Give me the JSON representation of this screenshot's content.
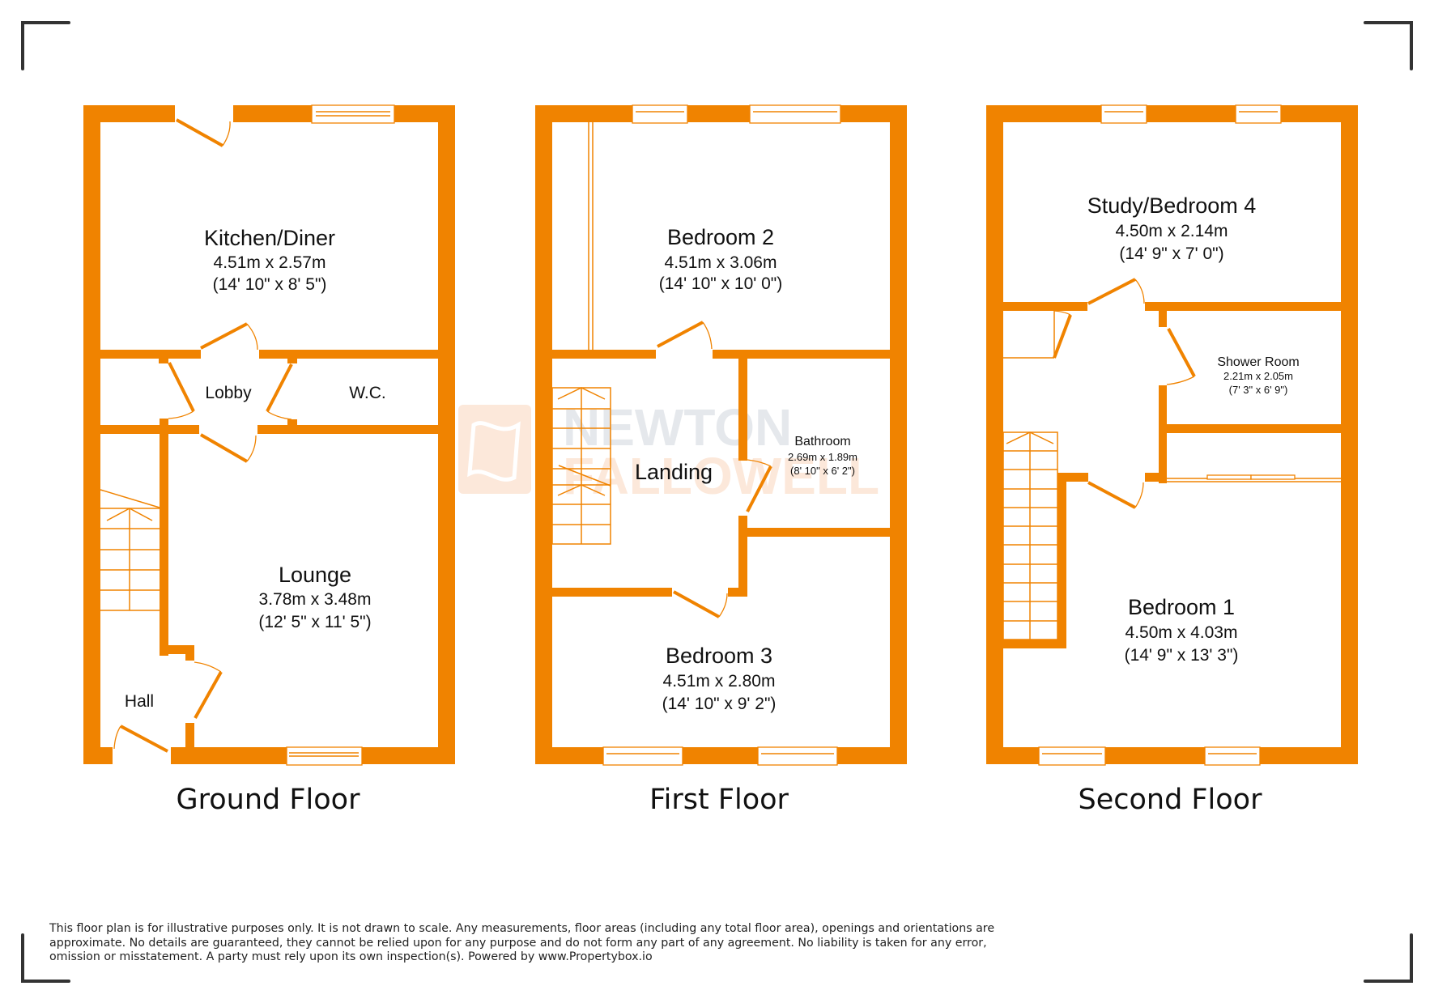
{
  "colors": {
    "wall": "#F08300",
    "text": "#111111",
    "corner_marks": "#333333",
    "watermark_grey": "#E3E6EA",
    "watermark_orange": "#FCE6D6"
  },
  "watermark": {
    "line1": "NEWTON",
    "line2": "FALLOWELL",
    "icon": "flag-logo-icon"
  },
  "floors": [
    {
      "label": "Ground Floor",
      "rooms": [
        {
          "name": "Kitchen/Diner",
          "metric": "4.51m x 2.57m",
          "imperial": "(14' 10\" x 8' 5\")"
        },
        {
          "name": "Lobby"
        },
        {
          "name": "W.C."
        },
        {
          "name": "Lounge",
          "metric": "3.78m x 3.48m",
          "imperial": "(12' 5\" x 11' 5\")"
        },
        {
          "name": "Hall"
        }
      ]
    },
    {
      "label": "First Floor",
      "rooms": [
        {
          "name": "Bedroom 2",
          "metric": "4.51m x 3.06m",
          "imperial": "(14' 10\" x 10' 0\")"
        },
        {
          "name": "Landing"
        },
        {
          "name": "Bathroom",
          "metric": "2.69m x 1.89m",
          "imperial": "(8' 10\" x 6' 2\")"
        },
        {
          "name": "Bedroom 3",
          "metric": "4.51m x 2.80m",
          "imperial": "(14' 10\" x 9' 2\")"
        }
      ]
    },
    {
      "label": "Second Floor",
      "rooms": [
        {
          "name": "Study/Bedroom 4",
          "metric": "4.50m x 2.14m",
          "imperial": "(14' 9\" x 7' 0\")"
        },
        {
          "name": "Shower Room",
          "metric": "2.21m x 2.05m",
          "imperial": "(7' 3\" x 6' 9\")"
        },
        {
          "name": "Bedroom 1",
          "metric": "4.50m x 4.03m",
          "imperial": "(14' 9\" x 13' 3\")"
        }
      ]
    }
  ],
  "disclaimer": {
    "line1": "This floor plan is for illustrative purposes only. It is not drawn to scale. Any measurements, floor areas (including any total floor area), openings and orientations are",
    "line2": "approximate. No details are guaranteed, they cannot be relied upon for any purpose and do not form any part of any agreement. No liability is taken for any error,",
    "line3": "omission or misstatement. A party must rely upon its own inspection(s). Powered by www.Propertybox.io"
  }
}
